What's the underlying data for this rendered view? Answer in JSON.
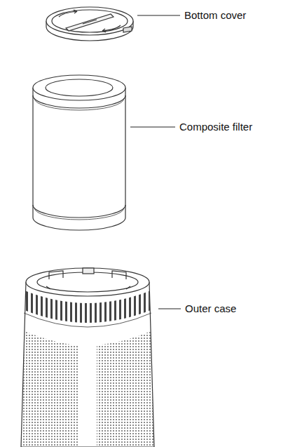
{
  "diagram": {
    "labels": [
      "Bottom cover",
      "Composite filter",
      "Outer case"
    ]
  }
}
